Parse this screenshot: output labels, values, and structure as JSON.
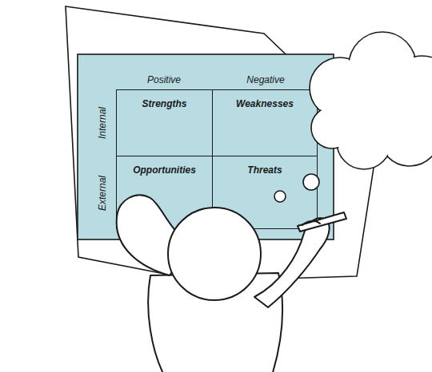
{
  "diagram": {
    "nodes": [
      {
        "text": [
          "Strengths"
        ]
      },
      {
        "text": [
          "Weaknesses"
        ]
      },
      {
        "text": [
          "Opportunities"
        ]
      },
      {
        "text": [
          "Threats"
        ]
      }
    ],
    "labels": [
      "Positive",
      "Negative",
      "Internal",
      "External"
    ]
  }
}
